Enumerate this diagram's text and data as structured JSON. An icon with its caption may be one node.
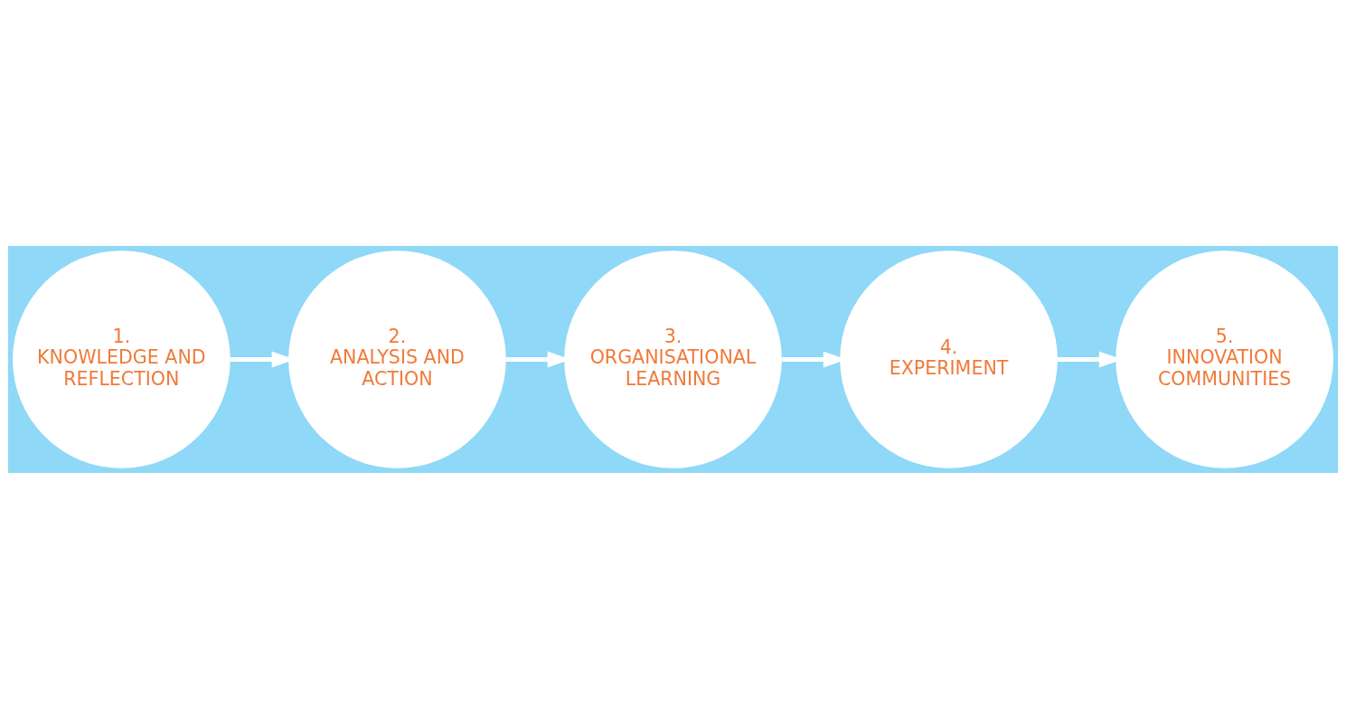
{
  "diagram": {
    "nodes": [
      {
        "text": [
          "1.",
          "KNOWLEDGE AND REFLECTION"
        ]
      },
      {
        "text": [
          "2.",
          "ANALYSIS AND ACTION"
        ]
      },
      {
        "text": [
          "3.",
          "ORGANISATIONAL LEARNING"
        ]
      },
      {
        "text": [
          "4.",
          "EXPERIMENT"
        ]
      },
      {
        "text": [
          "5.",
          "INNOVATION COMMUNITIES"
        ]
      }
    ],
    "edges": [
      {
        "from": 0,
        "to": 1,
        "arrow": "to"
      },
      {
        "from": 1,
        "to": 2,
        "arrow": "to"
      },
      {
        "from": 2,
        "to": 3,
        "arrow": "to"
      },
      {
        "from": 3,
        "to": 4,
        "arrow": "to"
      }
    ]
  }
}
